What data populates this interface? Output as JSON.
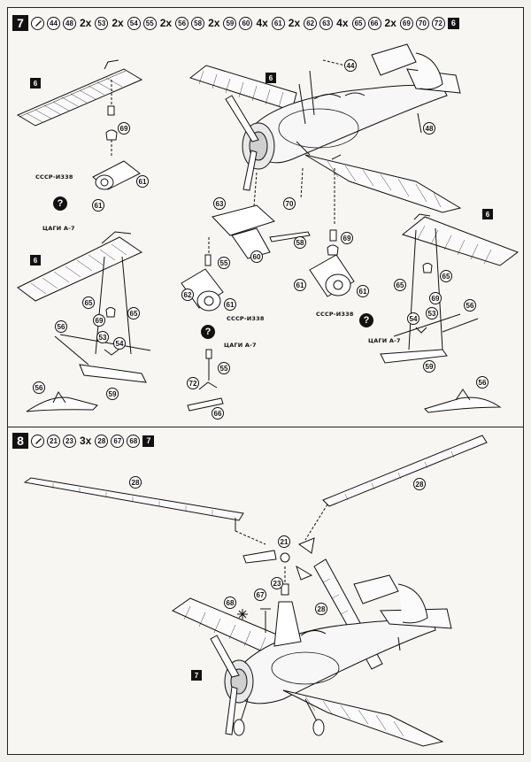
{
  "step7": {
    "number": "7",
    "parts_header": [
      {
        "kind": "glue"
      },
      {
        "kind": "part",
        "id": "44"
      },
      {
        "kind": "part",
        "id": "48"
      },
      {
        "kind": "qty",
        "text": "2x"
      },
      {
        "kind": "part",
        "id": "53"
      },
      {
        "kind": "qty",
        "text": "2x"
      },
      {
        "kind": "part",
        "id": "54"
      },
      {
        "kind": "part",
        "id": "55"
      },
      {
        "kind": "qty",
        "text": "2x"
      },
      {
        "kind": "part",
        "id": "56"
      },
      {
        "kind": "part",
        "id": "58"
      },
      {
        "kind": "qty",
        "text": "2x"
      },
      {
        "kind": "part",
        "id": "59"
      },
      {
        "kind": "part",
        "id": "60"
      },
      {
        "kind": "qty",
        "text": "4x"
      },
      {
        "kind": "part",
        "id": "61"
      },
      {
        "kind": "qty",
        "text": "2x"
      },
      {
        "kind": "part",
        "id": "62"
      },
      {
        "kind": "part",
        "id": "63"
      },
      {
        "kind": "qty",
        "text": "4x"
      },
      {
        "kind": "part",
        "id": "65"
      },
      {
        "kind": "part",
        "id": "66"
      },
      {
        "kind": "qty",
        "text": "2x"
      },
      {
        "kind": "part",
        "id": "69"
      },
      {
        "kind": "part",
        "id": "70"
      },
      {
        "kind": "part",
        "id": "72"
      },
      {
        "kind": "ref",
        "text": "6"
      }
    ],
    "ref_labels": {
      "a": "6",
      "b": "6",
      "c": "6",
      "d": "6"
    },
    "callouts": {
      "c44": "44",
      "c48": "48",
      "c69a": "69",
      "c61a": "61",
      "c61b": "61",
      "c63": "63",
      "c70": "70",
      "c58": "58",
      "c60": "60",
      "c55a": "55",
      "c62": "62",
      "c61c": "61",
      "c69b": "69",
      "c61d": "61",
      "c65a": "65",
      "c69c": "69",
      "c65b": "65",
      "c53a": "53",
      "c54a": "54",
      "c56a": "56",
      "c59a": "59",
      "c56b": "56",
      "c55b": "55",
      "c72": "72",
      "c66": "66",
      "c65c": "65",
      "c69d": "69",
      "c65d": "65",
      "c54b": "54",
      "c53b": "53",
      "c56c": "56",
      "c59b": "59",
      "c56d": "56"
    },
    "notes": {
      "cccp_a": "СССР-И338",
      "tsagi_a": "ЦАГИ А-7",
      "cccp_b": "СССР-И338",
      "tsagi_b": "ЦАГИ А-7",
      "cccp_c": "СССР-И338",
      "tsagi_c": "ЦАГИ А-7"
    },
    "question_marks": {
      "q1": "?",
      "q2": "?",
      "q3": "?"
    }
  },
  "step8": {
    "number": "8",
    "parts_header": [
      {
        "kind": "glue"
      },
      {
        "kind": "part",
        "id": "21"
      },
      {
        "kind": "part",
        "id": "23"
      },
      {
        "kind": "qty",
        "text": "3x"
      },
      {
        "kind": "part",
        "id": "28"
      },
      {
        "kind": "part",
        "id": "67"
      },
      {
        "kind": "part",
        "id": "68"
      },
      {
        "kind": "ref",
        "text": "7"
      }
    ],
    "callouts": {
      "c28a": "28",
      "c28b": "28",
      "c21": "21",
      "c23": "23",
      "c28c": "28",
      "c67": "67",
      "c68": "68"
    },
    "ref_label": "7"
  }
}
